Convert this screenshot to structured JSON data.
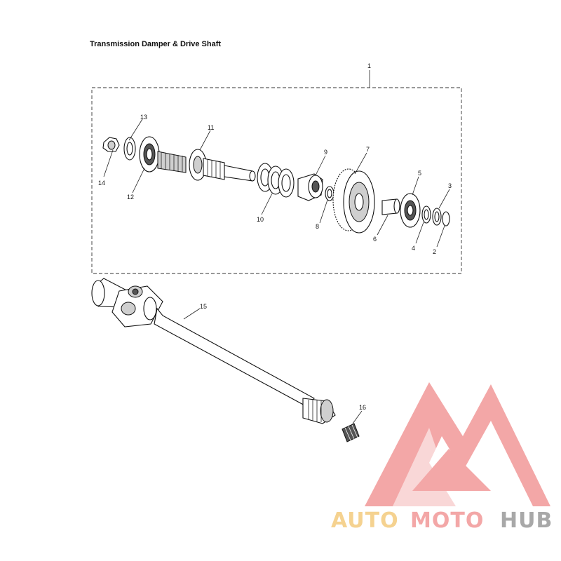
{
  "title": "Transmission Damper & Drive Shaft",
  "callouts": [
    "1",
    "2",
    "3",
    "4",
    "5",
    "6",
    "7",
    "8",
    "9",
    "10",
    "11",
    "12",
    "13",
    "14",
    "15",
    "16"
  ],
  "watermark": {
    "brand_a": "AUTO",
    "brand_b": "MOTO",
    "brand_c": "HUB",
    "color_a": "#f2c36b",
    "color_b": "#f08a8a",
    "color_c": "#8c8c8c",
    "logo_color": "#f08a8a"
  }
}
